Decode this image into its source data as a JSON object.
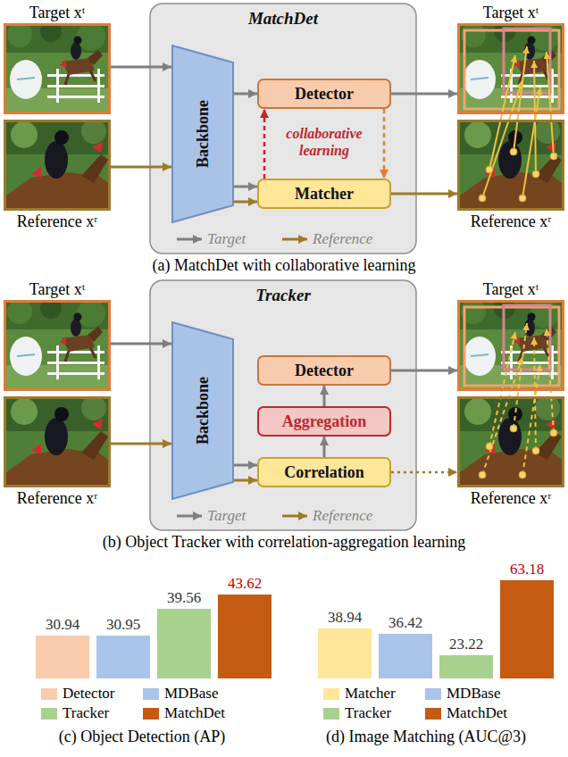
{
  "diagram": {
    "nodes": [
      {
        "text": [
          "Target xᵗ"
        ]
      },
      {
        "text": [
          "Reference xʳ"
        ]
      },
      {
        "text": [
          "MatchDet"
        ]
      },
      {
        "text": [
          "Backbone"
        ],
        "in": 2
      },
      {
        "text": [
          "Detector"
        ],
        "in": 2
      },
      {
        "text": [
          "Matcher"
        ],
        "in": 2
      },
      {
        "text": [
          "Target xᵗ"
        ]
      },
      {
        "text": [
          "Reference xʳ"
        ]
      },
      {
        "text": [
          "Target xᵗ"
        ]
      },
      {
        "text": [
          "Reference xʳ"
        ]
      },
      {
        "text": [
          "Tracker"
        ]
      },
      {
        "text": [
          "Backbone"
        ],
        "in": 10
      },
      {
        "text": [
          "Detector"
        ],
        "in": 10
      },
      {
        "text": [
          "Aggregation"
        ],
        "in": 10
      },
      {
        "text": [
          "Correlation"
        ],
        "in": 10
      },
      {
        "text": [
          "Target xᵗ"
        ]
      },
      {
        "text": [
          "Reference xʳ"
        ]
      }
    ],
    "edges": [
      {
        "from": 0,
        "to": 3,
        "arrow": "to"
      },
      {
        "from": 1,
        "to": 3,
        "arrow": "to"
      },
      {
        "from": 3,
        "to": 4,
        "arrow": "to"
      },
      {
        "from": 3,
        "to": 5,
        "arrow": "to"
      },
      {
        "from": 3,
        "to": 5,
        "arrow": "to"
      },
      {
        "from": 4,
        "to": 5,
        "arrow": "to"
      },
      {
        "from": 5,
        "to": 4,
        "arrow": "to"
      },
      {
        "from": 4,
        "to": 6,
        "arrow": "to"
      },
      {
        "from": 5,
        "to": 7,
        "arrow": "to"
      },
      {
        "from": 8,
        "to": 11,
        "arrow": "to"
      },
      {
        "from": 9,
        "to": 11,
        "arrow": "to"
      },
      {
        "from": 11,
        "to": 14,
        "arrow": "to"
      },
      {
        "from": 11,
        "to": 14,
        "arrow": "to"
      },
      {
        "from": 14,
        "to": 13,
        "arrow": "to"
      },
      {
        "from": 13,
        "to": 12,
        "arrow": "to"
      },
      {
        "from": 12,
        "to": 15,
        "arrow": "to"
      },
      {
        "from": 14,
        "to": 16,
        "arrow": "to"
      }
    ],
    "labels": [
      "collaborative learning",
      "(a) MatchDet with collaborative learning",
      "(b) Object Tracker with correlation-aggregation learning",
      "30.94",
      "30.95",
      "39.56",
      "43.62",
      "38.94",
      "36.42",
      "23.22",
      "63.18",
      "(c) Object Detection (AP)",
      "(d) Image Matching (AUC@3)"
    ],
    "legend": [
      {
        "text": "Target"
      },
      {
        "text": "Reference"
      },
      {
        "text": "Target"
      },
      {
        "text": "Reference"
      },
      {
        "text": "Detector",
        "color": "#f8cbad"
      },
      {
        "text": "MDBase",
        "color": "#a9c4e8"
      },
      {
        "text": "Tracker",
        "color": "#a9d18e"
      },
      {
        "text": "MatchDet",
        "color": "#c55a11"
      },
      {
        "text": "Matcher",
        "color": "#ffe699"
      },
      {
        "text": "MDBase",
        "color": "#a9c4e8"
      },
      {
        "text": "Tracker",
        "color": "#a9d18e"
      },
      {
        "text": "MatchDet",
        "color": "#c55a11"
      }
    ]
  }
}
